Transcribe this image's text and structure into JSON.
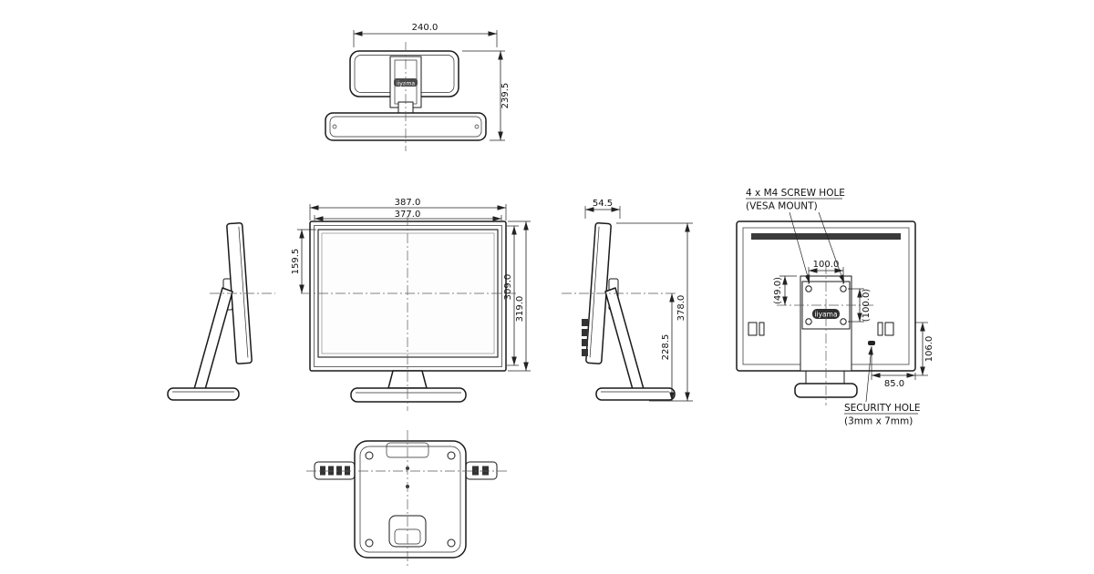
{
  "meta": {
    "brand": "iiyama"
  },
  "colors": {
    "line": "#1a1a1a",
    "background": "#ffffff"
  },
  "dims": {
    "top_width": "240.0",
    "top_depth": "239.5",
    "front_outer_width": "387.0",
    "front_inner_width": "377.0",
    "front_center_to_top": "159.5",
    "front_inner_height": "309.0",
    "front_outer_height": "319.0",
    "side_depth": "54.5",
    "side_total_height": "378.0",
    "side_center_height": "228.5",
    "vesa_width": "100.0",
    "vesa_height": "(100.0)",
    "vesa_offset": "(49.0)",
    "rear_side_height": "106.0",
    "rear_bottom_width": "85.0"
  },
  "notes": {
    "vesa_line1": "4 x M4 SCREW HOLE",
    "vesa_line2": "(VESA MOUNT)",
    "security_line1": "SECURITY HOLE",
    "security_line2": "(3mm x 7mm)"
  }
}
